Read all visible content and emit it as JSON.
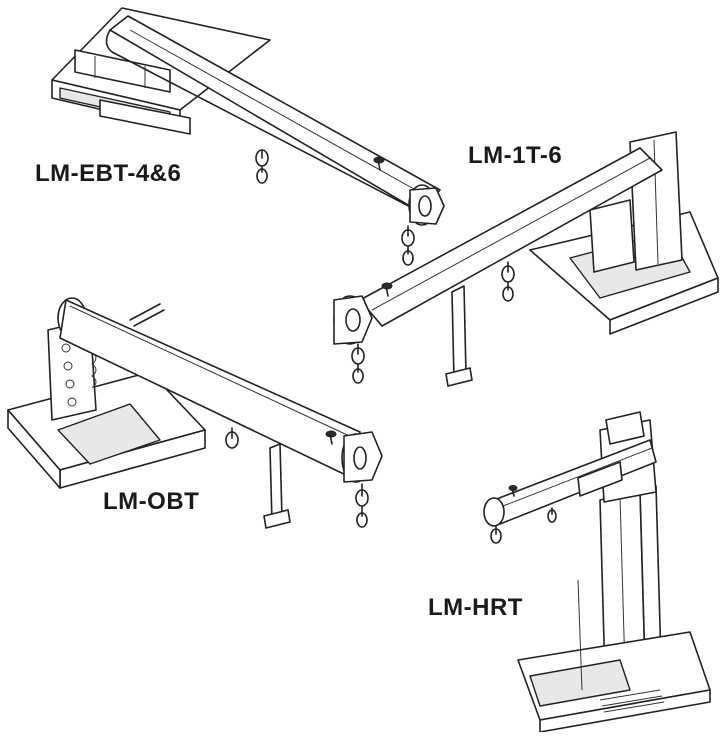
{
  "labels": {
    "ebt": "LM-EBT-4&6",
    "one_t": "LM-1T-6",
    "obt": "LM-OBT",
    "hrt": "LM-HRT"
  }
}
